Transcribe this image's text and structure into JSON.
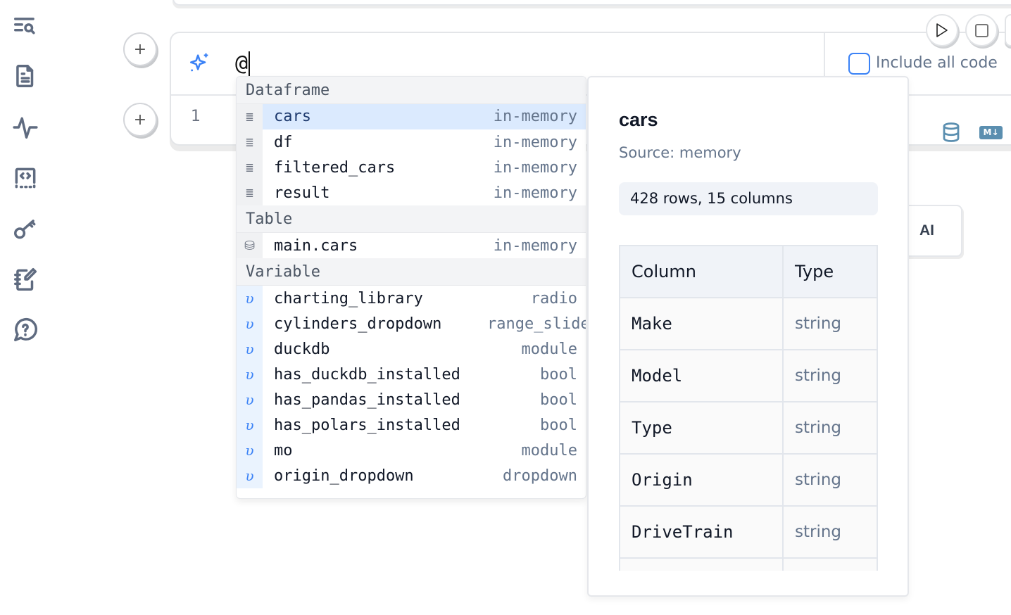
{
  "sidebar": {
    "items": [
      {
        "icon": "search-list-icon"
      },
      {
        "icon": "file-text-icon"
      },
      {
        "icon": "activity-icon"
      },
      {
        "icon": "code-snippet-icon"
      },
      {
        "icon": "key-icon"
      },
      {
        "icon": "notebook-pen-icon"
      },
      {
        "icon": "help-chat-icon"
      }
    ]
  },
  "cell": {
    "prompt_value": "@",
    "line_number": "1",
    "include_all_code_label": "Include all code",
    "include_all_code_checked": false,
    "ai_button_label": "AI"
  },
  "accent": "#3b82f6",
  "autocomplete": {
    "sections": [
      {
        "title": "Dataframe",
        "icon": "table-icon",
        "items": [
          {
            "name": "cars",
            "type": "in-memory",
            "selected": true
          },
          {
            "name": "df",
            "type": "in-memory"
          },
          {
            "name": "filtered_cars",
            "type": "in-memory"
          },
          {
            "name": "result",
            "type": "in-memory"
          }
        ]
      },
      {
        "title": "Table",
        "icon": "database-icon",
        "items": [
          {
            "name": "main.cars",
            "type": "in-memory"
          }
        ]
      },
      {
        "title": "Variable",
        "icon": "variable-icon",
        "items": [
          {
            "name": "charting_library",
            "type": "radio"
          },
          {
            "name": "cylinders_dropdown",
            "type": "range_slider"
          },
          {
            "name": "duckdb",
            "type": "module"
          },
          {
            "name": "has_duckdb_installed",
            "type": "bool"
          },
          {
            "name": "has_pandas_installed",
            "type": "bool"
          },
          {
            "name": "has_polars_installed",
            "type": "bool"
          },
          {
            "name": "mo",
            "type": "module"
          },
          {
            "name": "origin_dropdown",
            "type": "dropdown"
          }
        ]
      }
    ]
  },
  "info": {
    "title": "cars",
    "source": "Source: memory",
    "summary": "428 rows, 15 columns",
    "headers": [
      "Column",
      "Type"
    ],
    "rows": [
      [
        "Make",
        "string"
      ],
      [
        "Model",
        "string"
      ],
      [
        "Type",
        "string"
      ],
      [
        "Origin",
        "string"
      ],
      [
        "DriveTrain",
        "string"
      ]
    ]
  }
}
